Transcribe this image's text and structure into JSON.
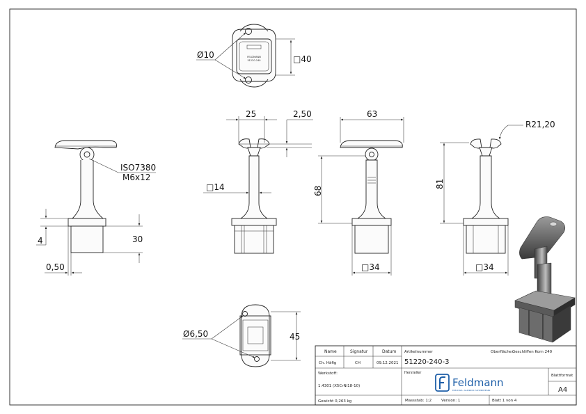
{
  "drawing": {
    "top_view": {
      "hole_dia": "Ø10",
      "square": "□40"
    },
    "side_view": {
      "screw_line1": "ISO7380",
      "screw_line2": "M6x12",
      "dim_4": "4",
      "dim_30": "30",
      "dim_050": "0,50"
    },
    "front_view": {
      "dim_25": "25",
      "dim_250": "2,50",
      "dim_14": "□14"
    },
    "center_view": {
      "dim_63": "63",
      "dim_68": "68",
      "dim_34": "□34"
    },
    "right_view": {
      "radius": "R21,20",
      "dim_81": "81",
      "dim_34": "□34"
    },
    "bottom_view": {
      "hole_dia": "Ø6,50",
      "dim_45": "45"
    }
  },
  "title_block": {
    "col_name": "Name",
    "col_signature": "Signatur",
    "col_date": "Datum",
    "name": "Ch. Häfig",
    "signature": "CH",
    "date": "09.12.2021",
    "article_label": "Artikelnummer",
    "surface_label": "Oberfläche:",
    "surface_value": "Geschliffen Korn 240",
    "article_number": "51220-240-3",
    "material_label": "Werkstoff:",
    "material_value": "1.4301 (X5CrNi18-10)",
    "manufacturer_label": "Hersteller",
    "brand": "Feldmann",
    "brand_tagline": "EDELSTAHL. ALUMINIUM. SCHMIEDEEISEN",
    "format_label": "Blattformat",
    "format_value": "A4",
    "weight": "Gewicht 0,263 kg",
    "scale": "Massstab: 1:2",
    "version": "Version: 1",
    "sheet": "Blatt 1 von 4"
  }
}
